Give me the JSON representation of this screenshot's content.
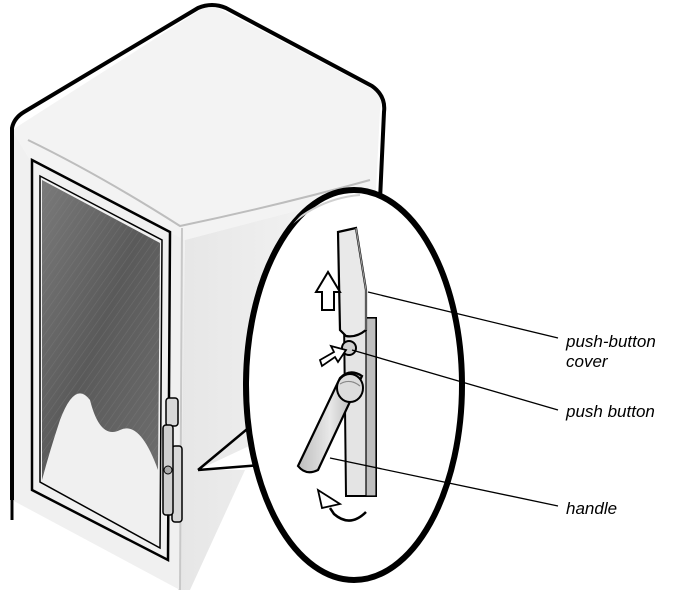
{
  "labels": {
    "pushbutton_cover_line1": "push-button",
    "pushbutton_cover_line2": "cover",
    "push_button": "push button",
    "handle": "handle"
  },
  "colors": {
    "outline": "#000000",
    "cabinet_light": "#f4f4f4",
    "cabinet_shade": "#dcdcdc",
    "glass": "#5e5e5e",
    "latch_fill": "#d9d9d9"
  }
}
